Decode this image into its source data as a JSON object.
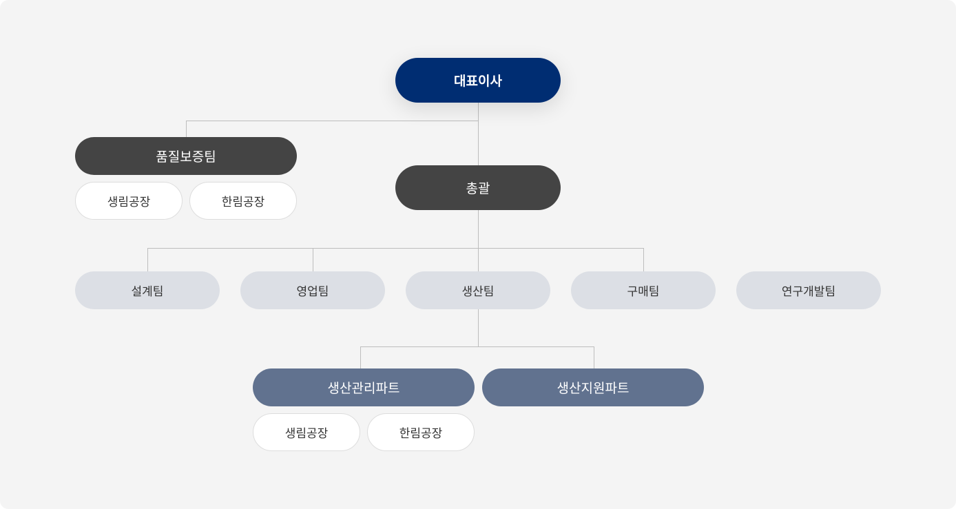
{
  "ceo": "대표이사",
  "quality": {
    "label": "품질보증팀",
    "sites": [
      "생림공장",
      "한림공장"
    ]
  },
  "general": "총괄",
  "teams": [
    "설계팀",
    "영업팀",
    "생산팀",
    "구매팀",
    "연구개발팀"
  ],
  "parts": [
    {
      "label": "생산관리파트",
      "sites": [
        "생림공장",
        "한림공장"
      ]
    },
    {
      "label": "생산지원파트"
    }
  ],
  "colors": {
    "ceo": "#002d72",
    "dark": "#444444",
    "team": "#dcdfe5",
    "part": "#61728f"
  }
}
